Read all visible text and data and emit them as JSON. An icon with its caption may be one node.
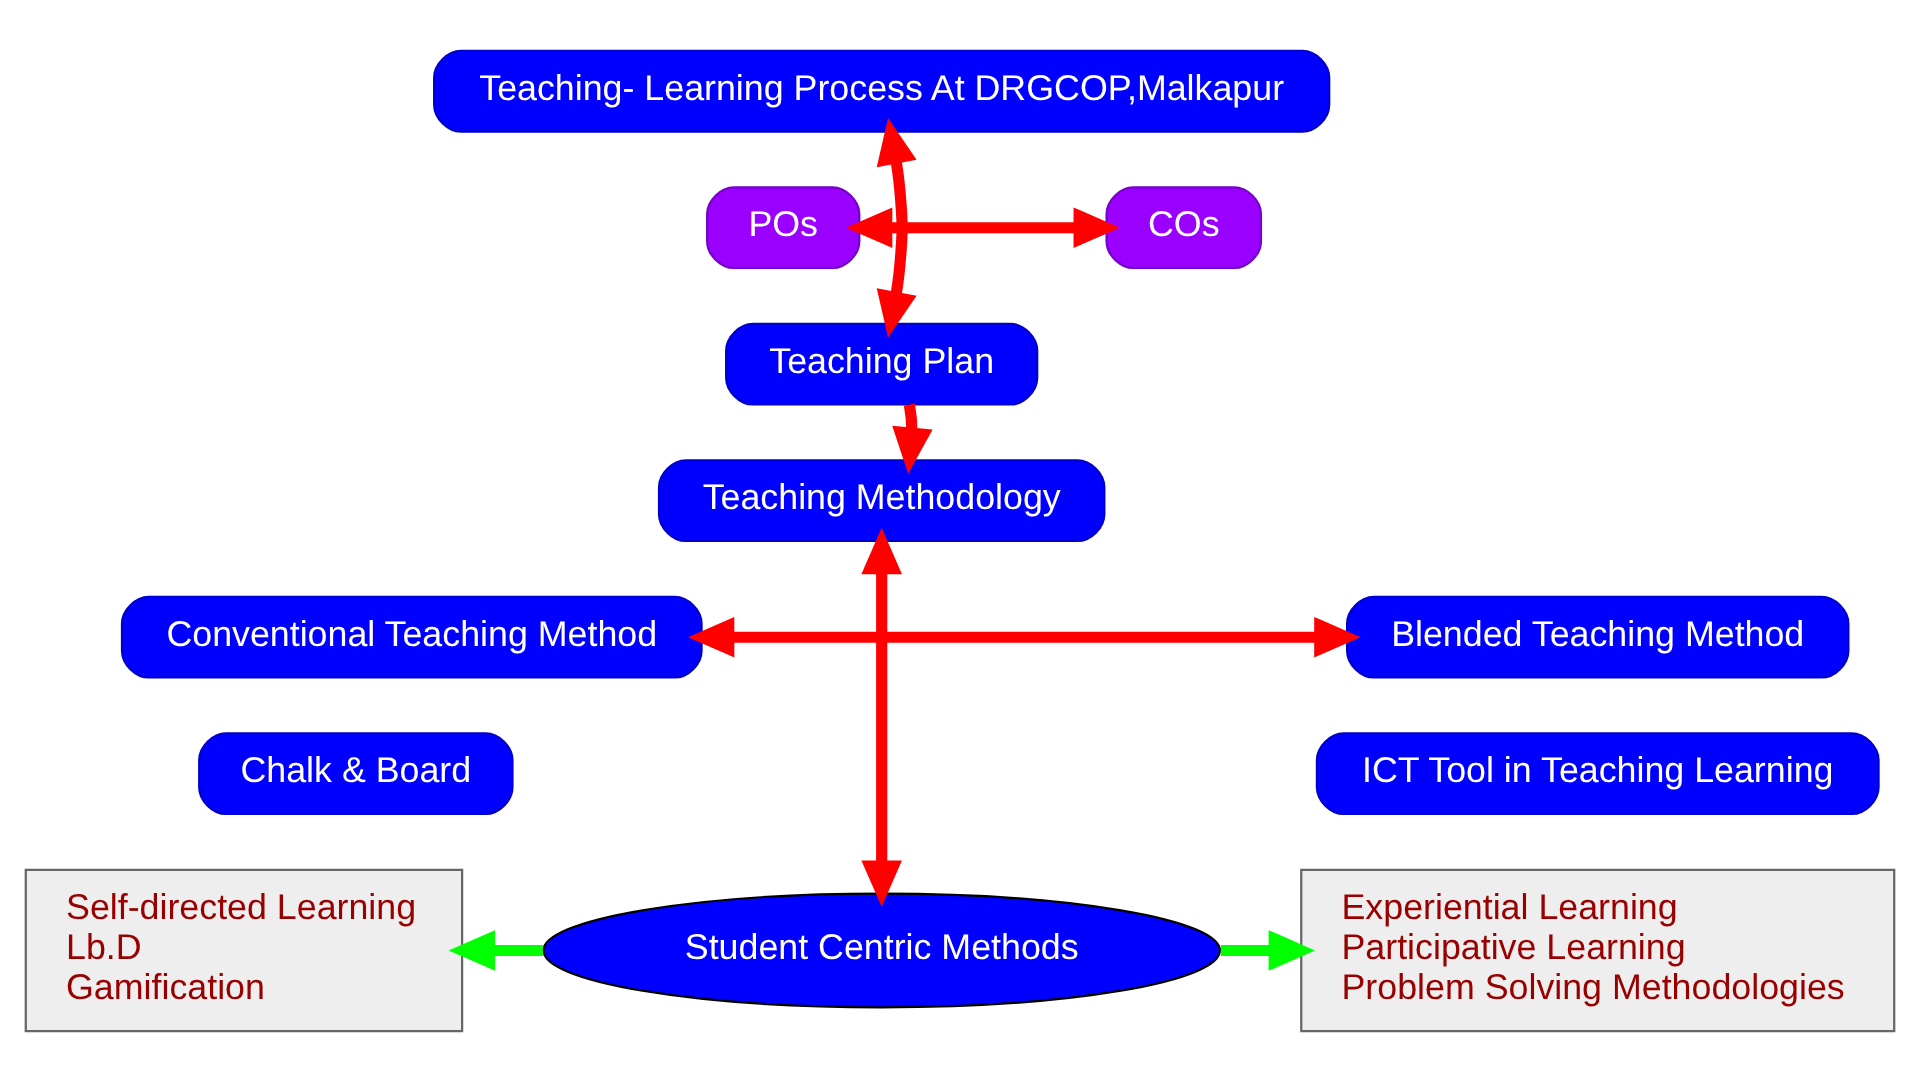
{
  "diagram": {
    "nodes": [
      {
        "text": [
          "Teaching- Learning Process At DRGCOP,Malkapur"
        ]
      },
      {
        "text": [
          "POs"
        ]
      },
      {
        "text": [
          "COs"
        ]
      },
      {
        "text": [
          "Teaching Plan"
        ]
      },
      {
        "text": [
          "Teaching Methodology"
        ]
      },
      {
        "text": [
          "Conventional Teaching Method"
        ]
      },
      {
        "text": [
          "Blended Teaching Method"
        ]
      },
      {
        "text": [
          "Chalk & Board"
        ]
      },
      {
        "text": [
          "ICT Tool in Teaching Learning"
        ]
      },
      {
        "text": [
          "Student Centric Methods"
        ]
      },
      {
        "text": [
          "Self-directed Learning",
          "Lb.D",
          "Gamification"
        ]
      },
      {
        "text": [
          "Experiential Learning",
          "Participative Learning",
          "Problem Solving Methodologies"
        ]
      }
    ],
    "edges": [
      {
        "from": 0,
        "to": 3,
        "arrow": "both"
      },
      {
        "from": 1,
        "to": 2,
        "arrow": "both"
      },
      {
        "from": 3,
        "to": 4,
        "arrow": "to"
      },
      {
        "from": 4,
        "to": 9,
        "arrow": "both"
      },
      {
        "from": 5,
        "to": 6,
        "arrow": "both"
      },
      {
        "from": 9,
        "to": 10,
        "arrow": "to",
        "color": "#00ff00"
      },
      {
        "from": 9,
        "to": 11,
        "arrow": "to",
        "color": "#00ff00"
      }
    ]
  }
}
